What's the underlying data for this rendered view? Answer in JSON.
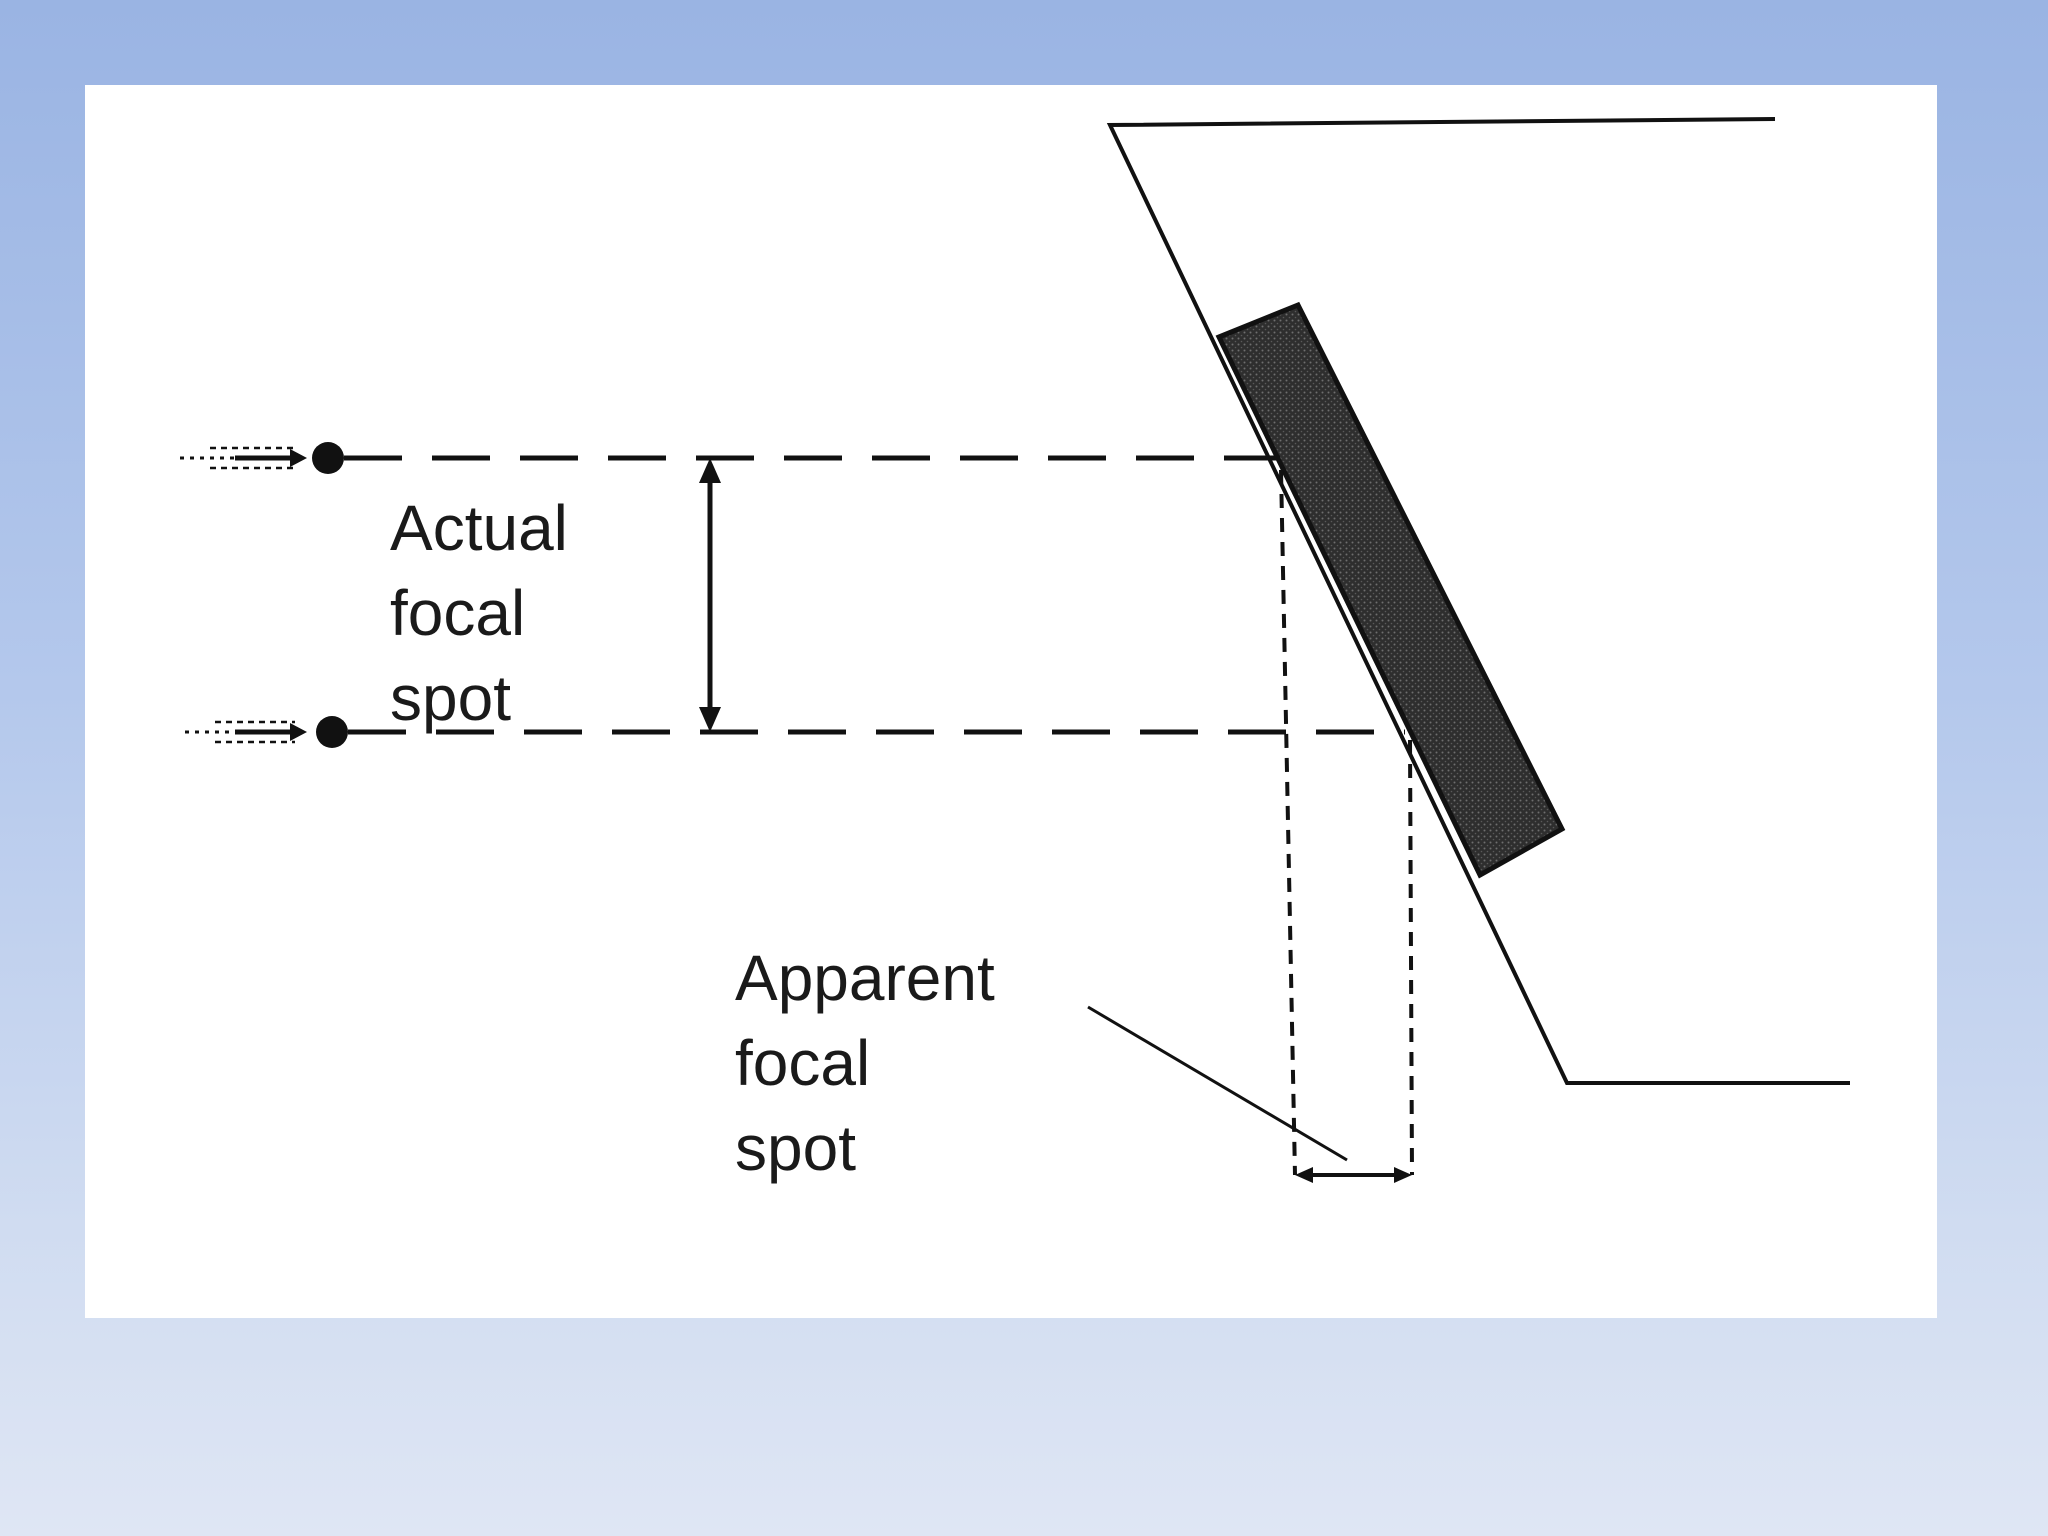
{
  "diagram": {
    "actual_label": [
      "Actual",
      "focal",
      "spot"
    ],
    "apparent_label": [
      "Apparent",
      "focal",
      "spot"
    ],
    "colors": {
      "line": "#111111",
      "target": "#3a3a3a",
      "panel": "#ffffff"
    }
  }
}
